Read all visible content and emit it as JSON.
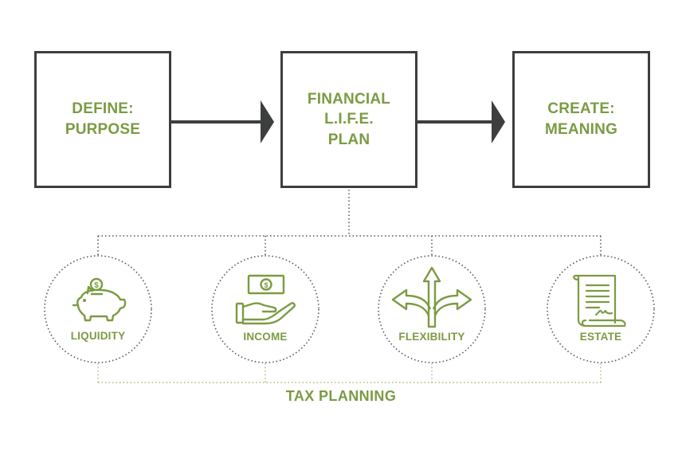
{
  "boxes": [
    {
      "text": "DEFINE:\nPURPOSE"
    },
    {
      "text": "FINANCIAL\nL.I.F.E.\nPLAN"
    },
    {
      "text": "CREATE:\nMEANING"
    }
  ],
  "pillars": [
    {
      "label": "LIQUIDITY",
      "icon": "piggy-bank-icon"
    },
    {
      "label": "INCOME",
      "icon": "hand-money-icon"
    },
    {
      "label": "FLEXIBILITY",
      "icon": "arrows-split-icon"
    },
    {
      "label": "ESTATE",
      "icon": "scroll-document-icon"
    }
  ],
  "tax_planning": "TAX PLANNING",
  "colors": {
    "green": "#7b9b43",
    "dark": "#3d3f3e"
  }
}
